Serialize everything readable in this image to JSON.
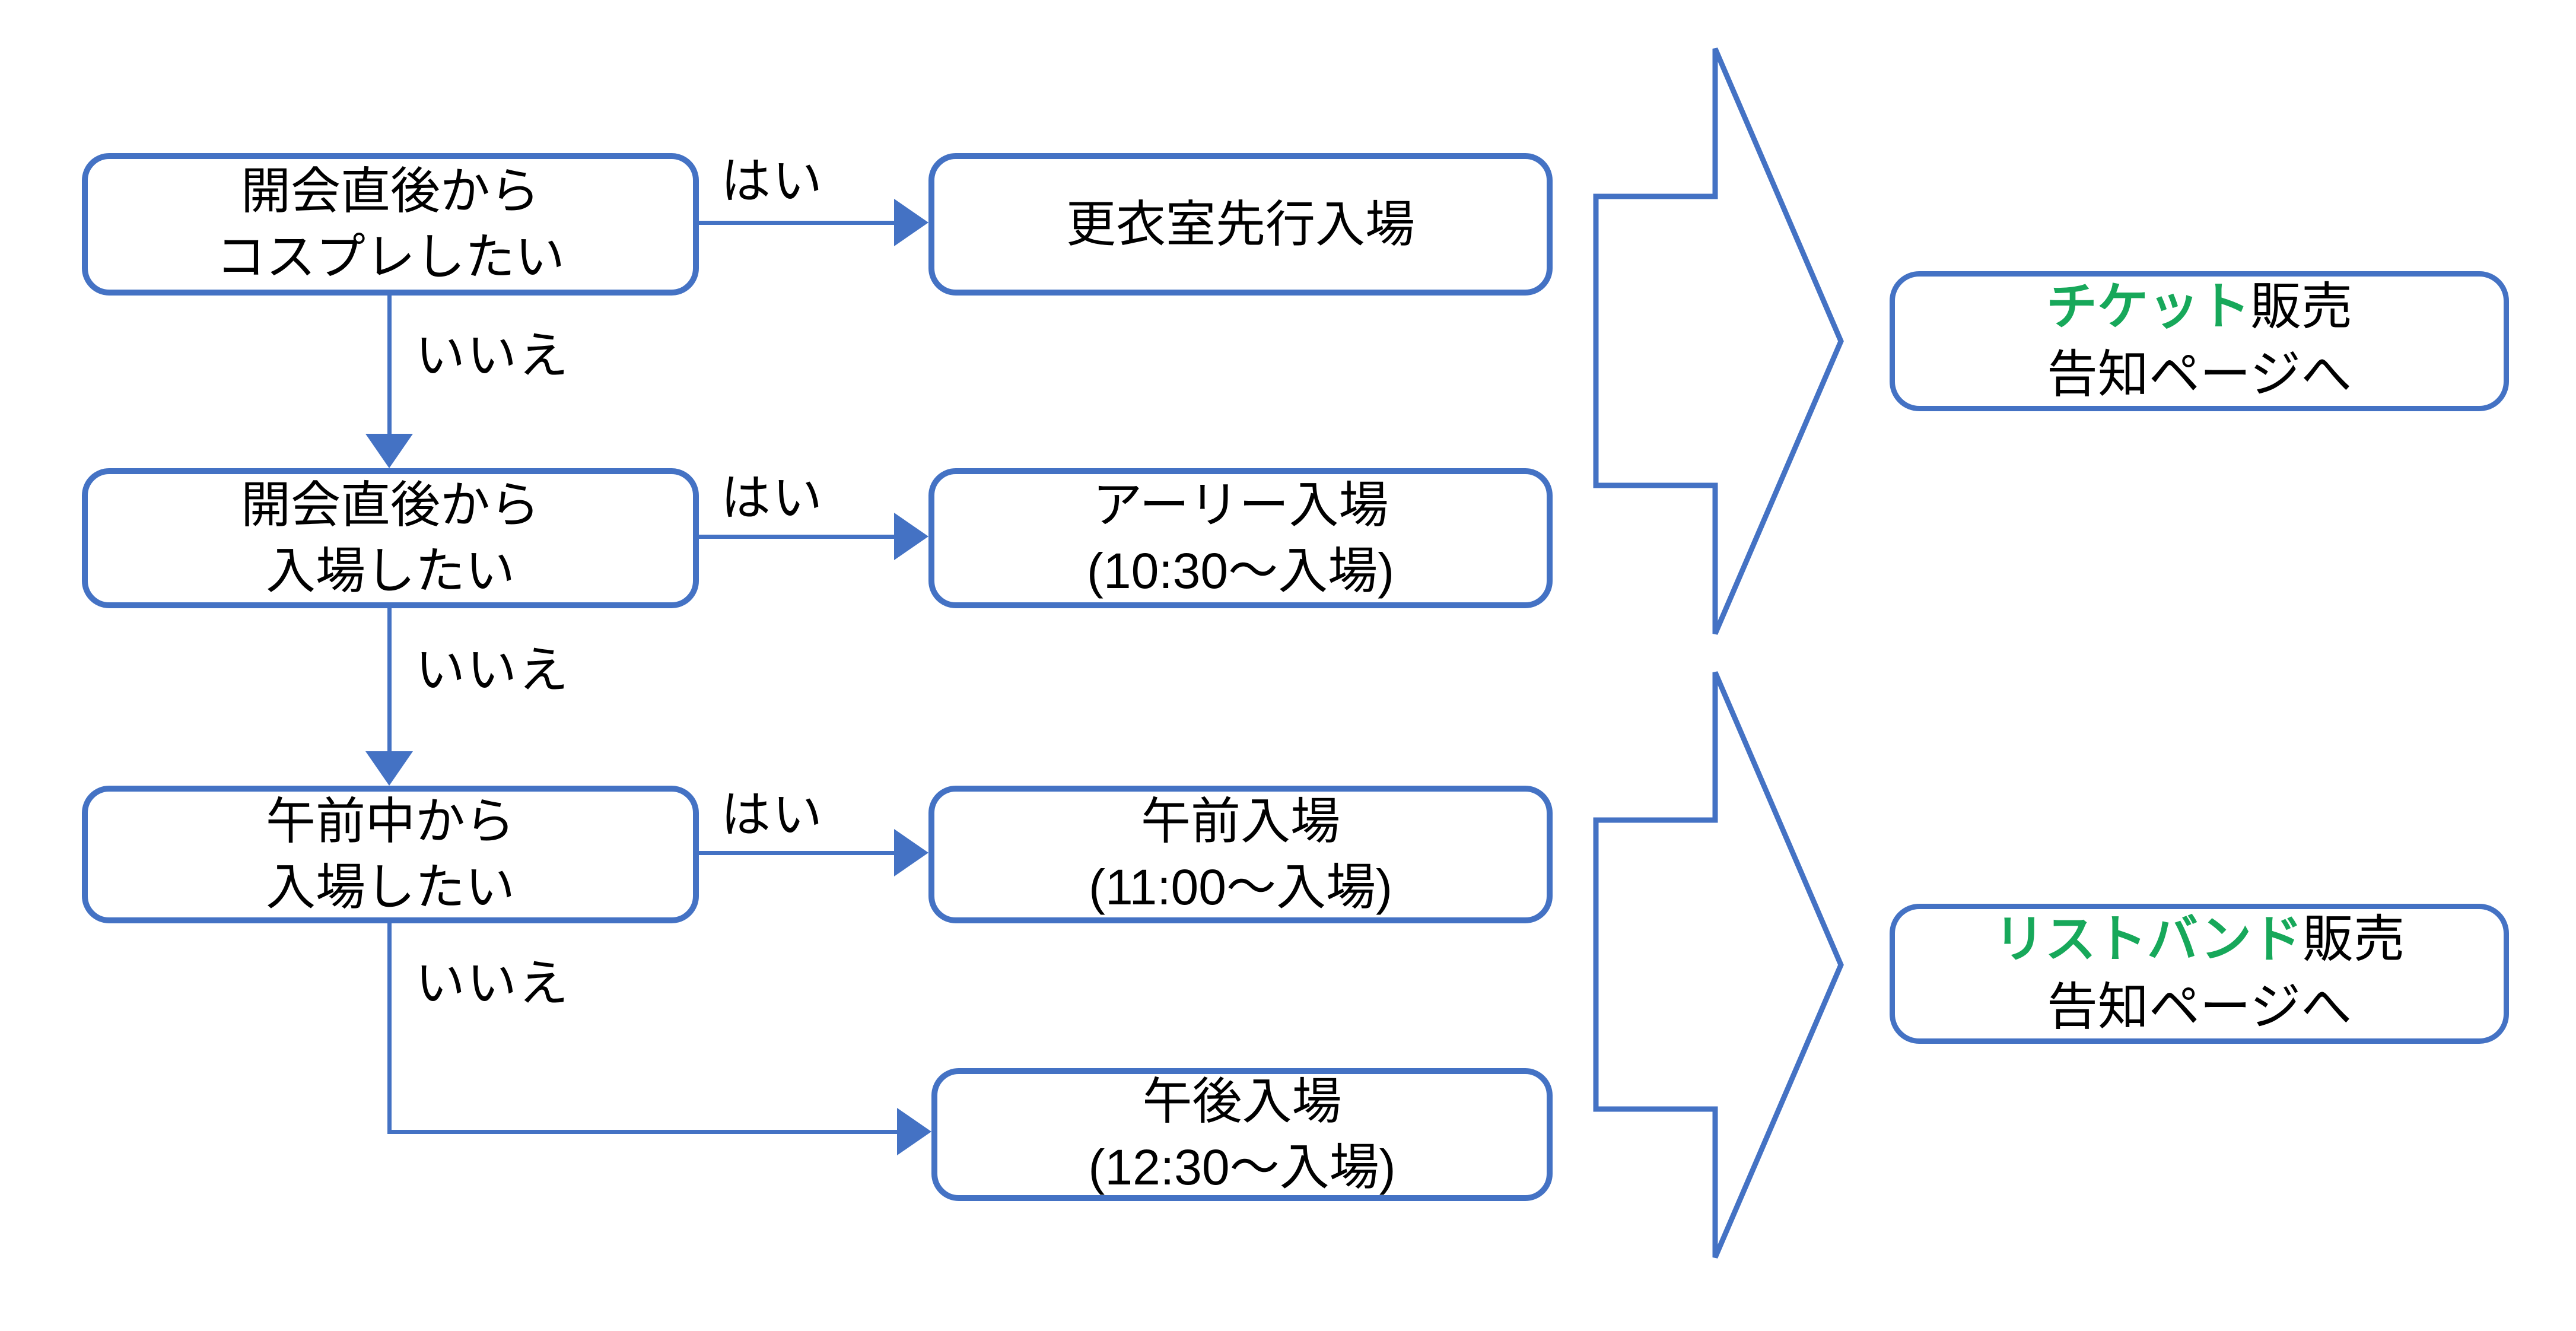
{
  "palette": {
    "line_blue": "#4472C4",
    "highlight_green": "#17A85A",
    "text_black": "#000000"
  },
  "flow": {
    "yes_label": "はい",
    "no_label": "いいえ",
    "questions": [
      {
        "line1": "開会直後から",
        "line2": "コスプレしたい"
      },
      {
        "line1": "開会直後から",
        "line2": "入場したい"
      },
      {
        "line1": "午前中から",
        "line2": "入場したい"
      }
    ],
    "outcomes": [
      {
        "line1": "更衣室先行入場",
        "line2": ""
      },
      {
        "line1": "アーリー入場",
        "line2": "(10:30〜入場)"
      },
      {
        "line1": "午前入場",
        "line2": "(11:00〜入場)"
      },
      {
        "line1": "午後入場",
        "line2": "(12:30〜入場)"
      }
    ],
    "destinations": [
      {
        "highlight": "チケット",
        "suffix": "販売",
        "line2": "告知ページへ"
      },
      {
        "highlight": "リストバンド",
        "suffix": "販売",
        "line2": "告知ページへ"
      }
    ]
  }
}
